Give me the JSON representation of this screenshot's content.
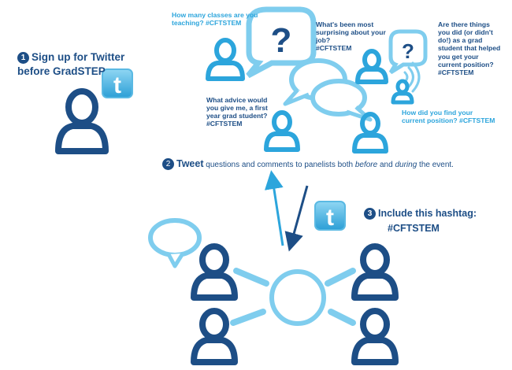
{
  "colors": {
    "dark_blue": "#1d4e86",
    "light_blue": "#2ca5dc",
    "pale_blue": "#7fcdee"
  },
  "step1": {
    "number": "1",
    "line1": "Sign up for Twitter",
    "line2": "before GradSTEP"
  },
  "questions": {
    "q1": {
      "line1": "How many classes are you",
      "line2": "teaching? #CFTSTEM"
    },
    "q2": {
      "line1": "What's been most",
      "line2": "surprising about your",
      "line3": "job?",
      "line4": "#CFTSTEM"
    },
    "q3": {
      "line1": "Are there things",
      "line2": "you did (or didn't",
      "line3": "do!) as a grad",
      "line4": "student that helped",
      "line5": "you get your",
      "line6": "current position?",
      "line7": "#CFTSTEM"
    },
    "q4": {
      "line1": "What advice would",
      "line2": "you give me, a first",
      "line3": "year grad student?",
      "line4": "#CFTSTEM"
    },
    "q5": {
      "line1": "How did you find your",
      "line2": "current position? #CFTSTEM"
    }
  },
  "step2": {
    "number": "2",
    "bold": "Tweet",
    "text1": " questions and comments to panelists both ",
    "em1": "before",
    "text2": " and ",
    "em2": "during",
    "text3": " the event."
  },
  "step3": {
    "number": "3",
    "line1": "Include this hashtag:",
    "line2": "#CFTSTEM"
  },
  "icons": {
    "speech_question": "?",
    "twitter_letter": "t"
  }
}
